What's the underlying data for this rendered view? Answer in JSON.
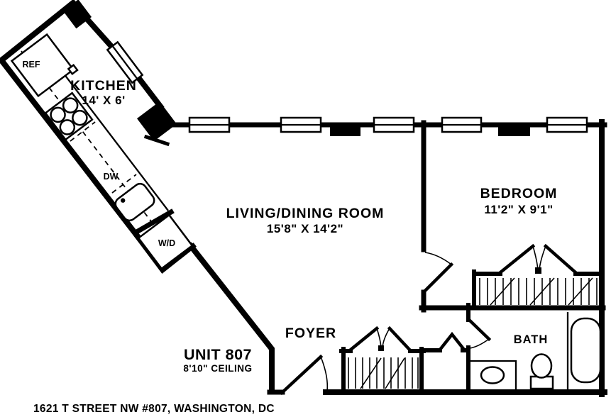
{
  "rooms": {
    "kitchen": {
      "label": "KITCHEN",
      "dims": "14' X 6'"
    },
    "living": {
      "label": "LIVING/DINING ROOM",
      "dims": "15'8\" X 14'2\""
    },
    "bedroom": {
      "label": "BEDROOM",
      "dims": "11'2\" X 9'1\""
    },
    "bath": {
      "label": "BATH"
    },
    "foyer": {
      "label": "FOYER"
    }
  },
  "appliances": {
    "refrigerator": "REF",
    "dishwasher": "DW",
    "washer_dryer": "W/D"
  },
  "unit": {
    "label": "UNIT 807",
    "ceiling": "8'10\" CEILING"
  },
  "address": "1621 T STREET NW #807, WASHINGTON, DC",
  "colors": {
    "ink": "#000000",
    "background": "#ffffff"
  }
}
